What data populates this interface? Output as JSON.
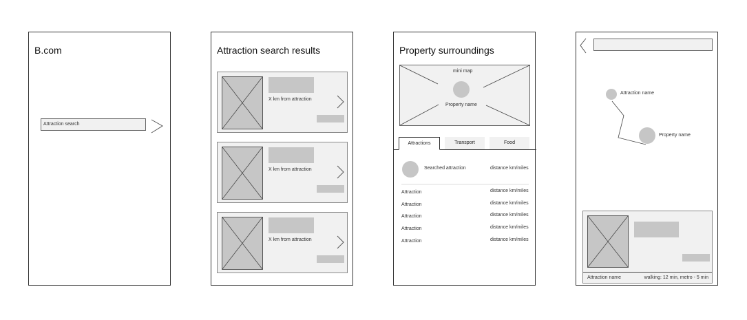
{
  "screen1": {
    "title": "B.com",
    "search_value": "Attraction search"
  },
  "screen2": {
    "title": "Attraction search results",
    "cards": [
      {
        "distance": "X km from attraction"
      },
      {
        "distance": "X km from attraction"
      },
      {
        "distance": "X km from attraction"
      }
    ]
  },
  "screen3": {
    "title": "Property surroundings",
    "map_label": "mini map",
    "property_name": "Property name",
    "tabs": [
      "Attractions",
      "Transport",
      "Food"
    ],
    "searched": {
      "name": "Searched attraction",
      "distance": "distance km/miles"
    },
    "rows": [
      {
        "name": "Attraction",
        "distance": "distance km/miles"
      },
      {
        "name": "Attraction",
        "distance": "distance km/miles"
      },
      {
        "name": "Attraction",
        "distance": "distance km/miles"
      },
      {
        "name": "Attraction",
        "distance": "distance km/miles"
      },
      {
        "name": "Attraction",
        "distance": "distance km/miles"
      }
    ]
  },
  "screen4": {
    "attraction_name": "Attraction name",
    "property_name": "Property name",
    "card_name": "Attraction name",
    "card_travel": "walking: 12 min, metro - 5 min"
  }
}
